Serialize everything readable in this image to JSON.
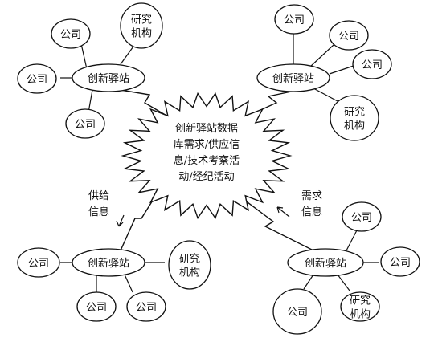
{
  "hub": {
    "lines": [
      "创新驿站数据",
      "库需求/供应信",
      "息/技术考察活",
      "动/经纪活动"
    ]
  },
  "clusters": [
    {
      "id": "top-left",
      "station": "创新驿站",
      "satellites": [
        "公司",
        "研究\n机构",
        "公司",
        "公司"
      ]
    },
    {
      "id": "top-right",
      "station": "创新驿站",
      "satellites": [
        "公司",
        "公司",
        "公司",
        "研究\n机构"
      ]
    },
    {
      "id": "bottom-left",
      "station": "创新驿站",
      "satellites": [
        "公司",
        "研究\n机构",
        "公司",
        "公司"
      ]
    },
    {
      "id": "bottom-right",
      "station": "创新驿站",
      "satellites": [
        "公司",
        "公司",
        "公司",
        "研究\n机构"
      ]
    }
  ],
  "flows": {
    "supply": "供给\n信息",
    "demand": "需求\n信息"
  },
  "colors": {
    "stroke": "#111111",
    "fill": "#ffffff"
  }
}
